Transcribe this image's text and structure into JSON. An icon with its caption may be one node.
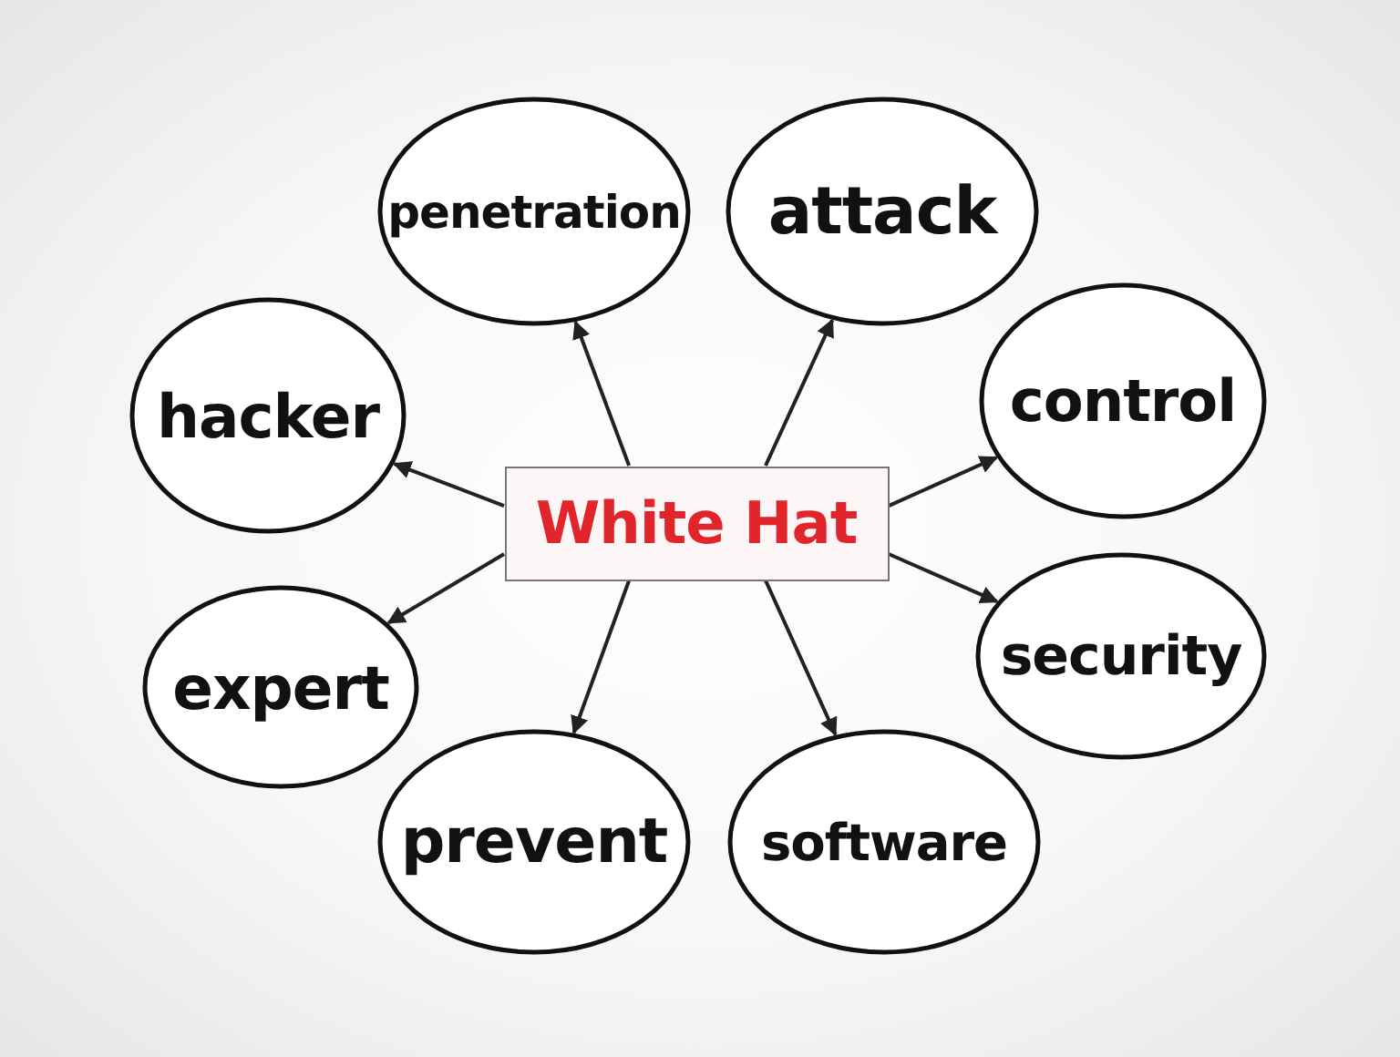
{
  "diagram": {
    "nodes": [
      {
        "text": [
          "White Hat"
        ]
      },
      {
        "text": [
          "penetration"
        ]
      },
      {
        "text": [
          "attack"
        ]
      },
      {
        "text": [
          "hacker"
        ]
      },
      {
        "text": [
          "control"
        ]
      },
      {
        "text": [
          "expert"
        ]
      },
      {
        "text": [
          "security"
        ]
      },
      {
        "text": [
          "prevent"
        ]
      },
      {
        "text": [
          "software"
        ]
      }
    ],
    "edges": [
      {
        "from": 0,
        "to": 1,
        "arrow": "to"
      },
      {
        "from": 0,
        "to": 2,
        "arrow": "to"
      },
      {
        "from": 0,
        "to": 3,
        "arrow": "to"
      },
      {
        "from": 0,
        "to": 4,
        "arrow": "to"
      },
      {
        "from": 0,
        "to": 5,
        "arrow": "to"
      },
      {
        "from": 0,
        "to": 6,
        "arrow": "to"
      },
      {
        "from": 0,
        "to": 7,
        "arrow": "to"
      },
      {
        "from": 0,
        "to": 8,
        "arrow": "to"
      }
    ]
  }
}
